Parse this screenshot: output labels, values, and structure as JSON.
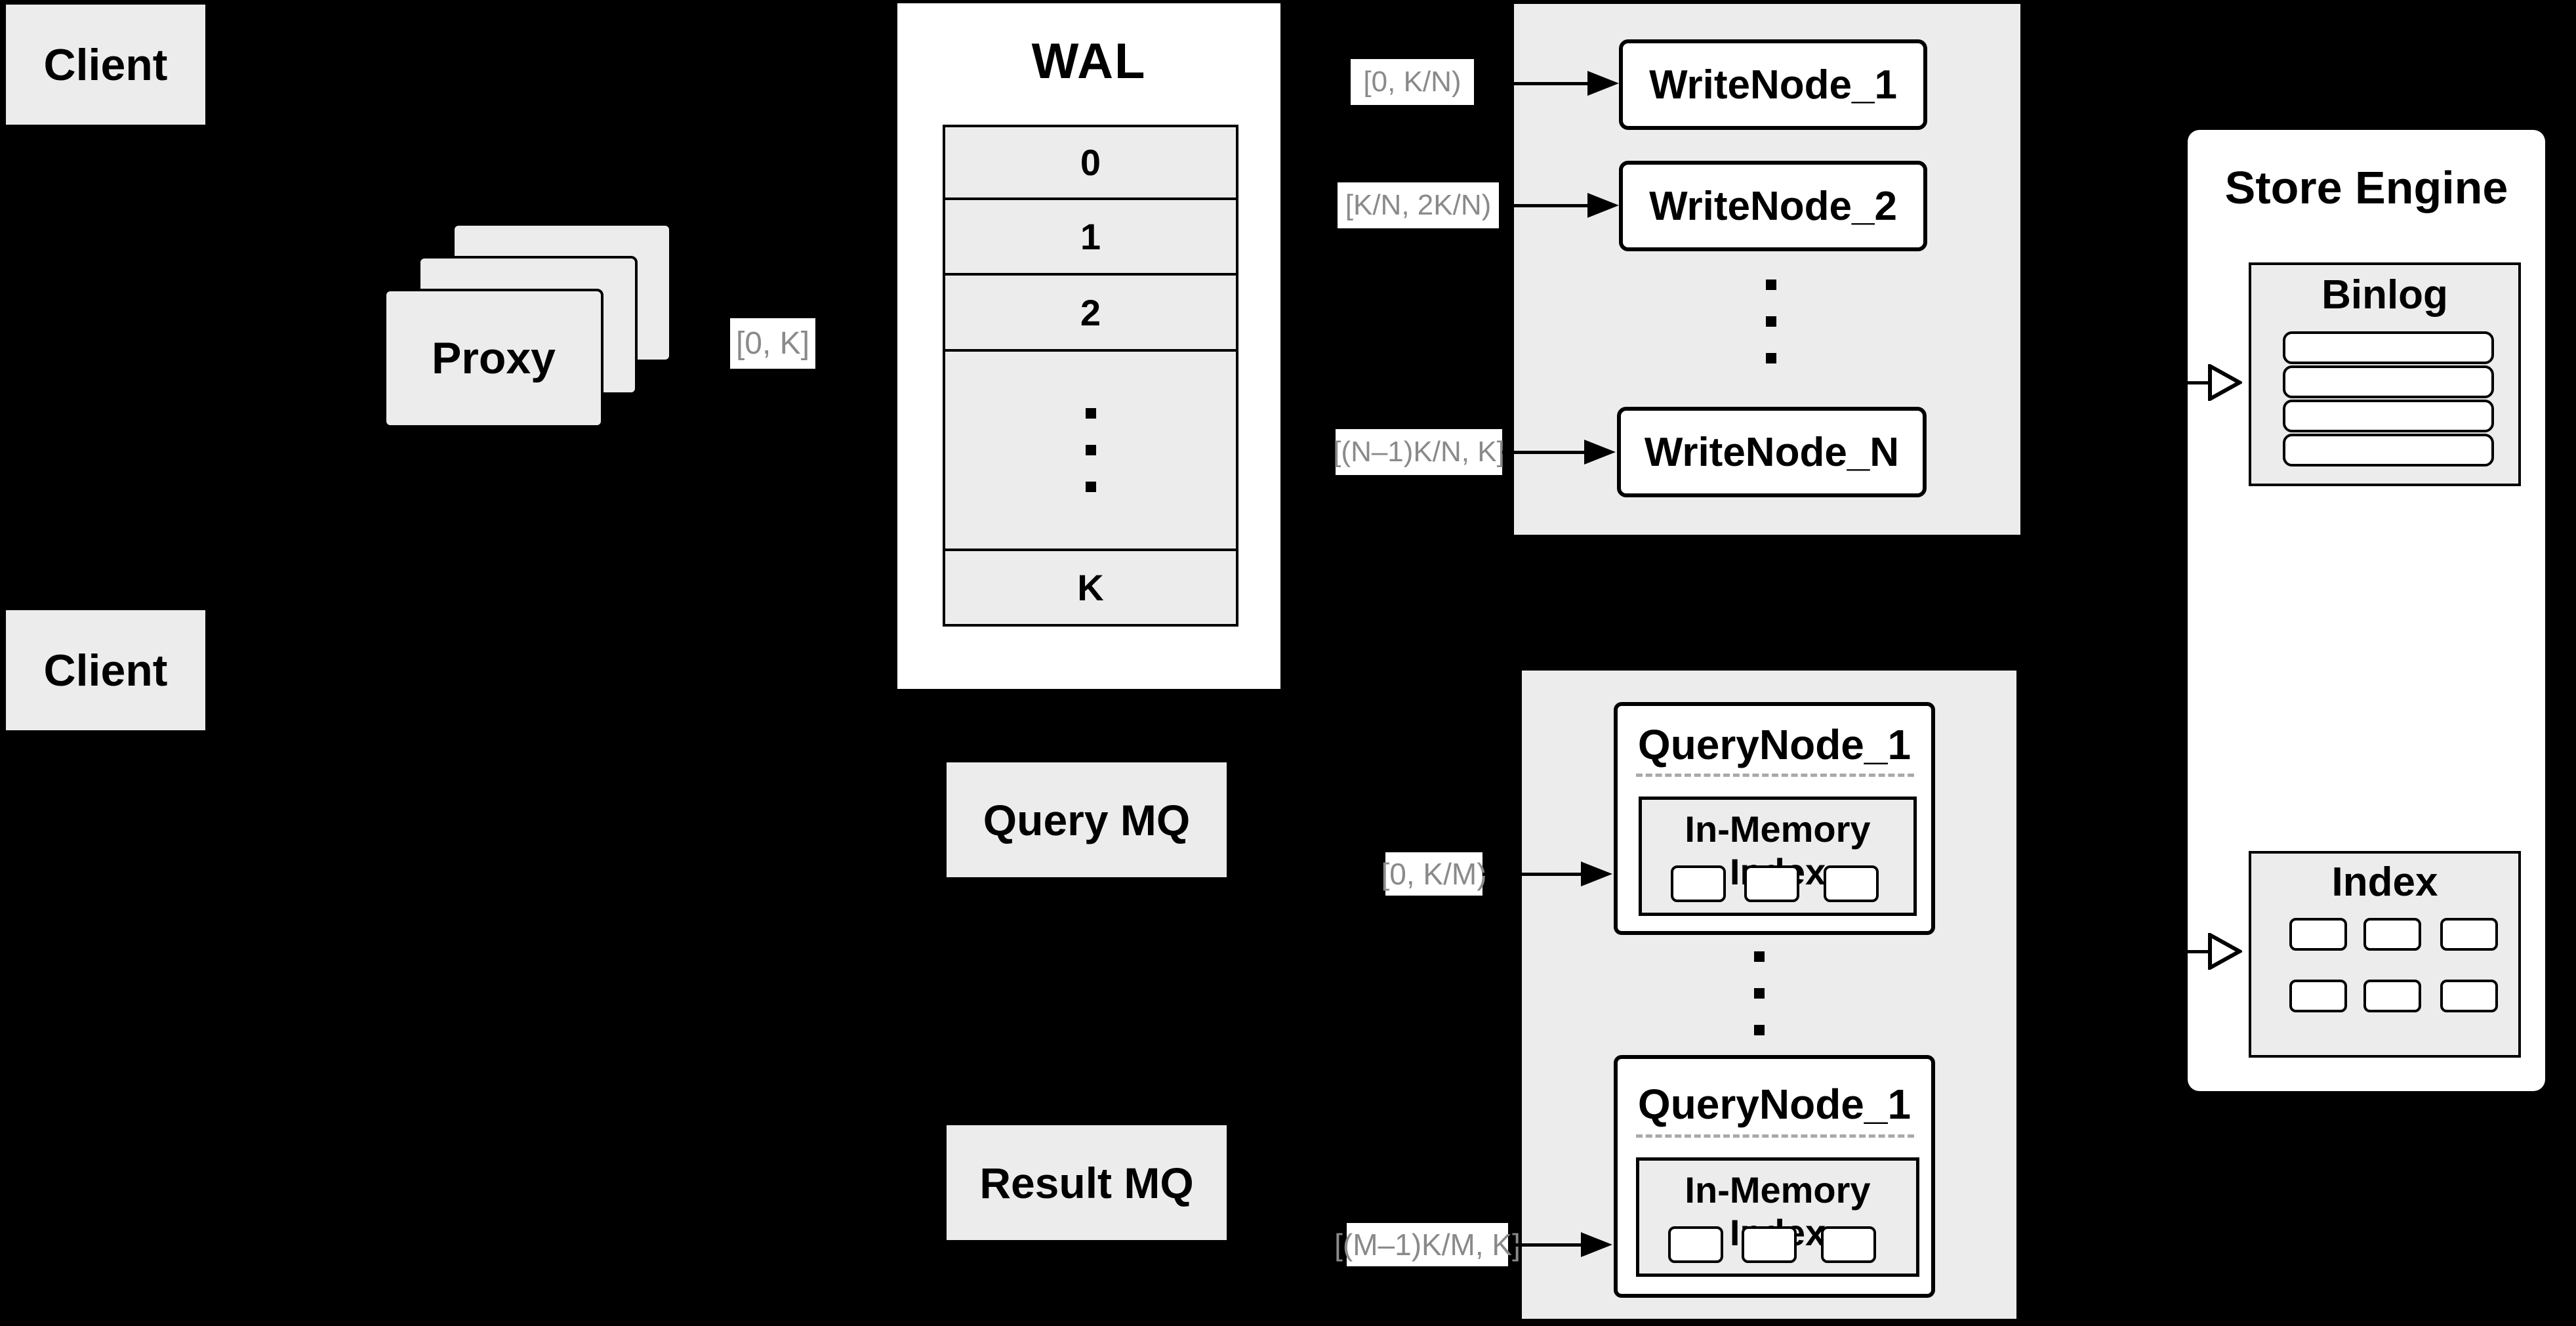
{
  "colors": {
    "background": "#000000",
    "surface_gray": "#ececec",
    "surface_white": "#ffffff",
    "line_black": "#000000",
    "label_gray_text": "#8a8a8a"
  },
  "clients": {
    "top_label": "Client",
    "bottom_label": "Client"
  },
  "proxy": {
    "label": "Proxy"
  },
  "ingest": {
    "range_label": "[0, K]"
  },
  "wal": {
    "title": "WAL",
    "rows": [
      "0",
      "1",
      "2"
    ],
    "last_row": "K"
  },
  "write_cluster": {
    "labels": [
      "[0, K/N)",
      "[K/N, 2K/N)",
      "[(N–1)K/N, K]"
    ],
    "nodes": [
      "WriteNode_1",
      "WriteNode_2",
      "WriteNode_N"
    ]
  },
  "store_engine": {
    "title": "Store Engine",
    "binlog": {
      "title": "Binlog"
    },
    "index": {
      "title": "Index"
    }
  },
  "mq": {
    "query_label": "Query MQ",
    "result_label": "Result MQ"
  },
  "query_cluster": {
    "labels": [
      "[0, K/M)",
      "[(M–1)K/M, K]"
    ],
    "nodes": [
      {
        "title": "QueryNode_1",
        "inner_title": "In-Memory Index"
      },
      {
        "title": "QueryNode_1",
        "inner_title": "In-Memory Index"
      }
    ]
  }
}
